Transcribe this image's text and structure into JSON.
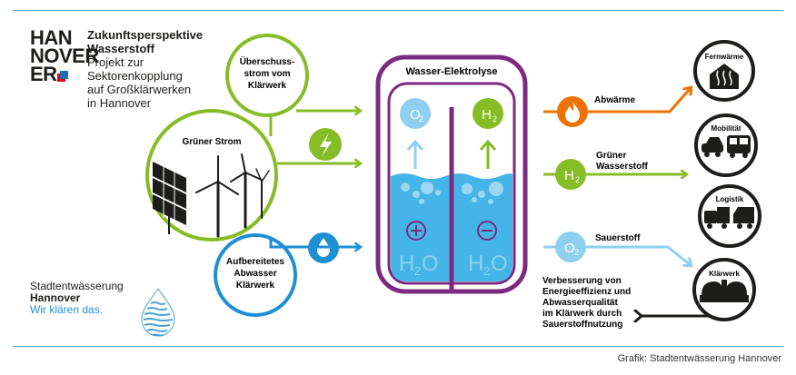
{
  "logo": {
    "line1": "HAN",
    "line2": "NOVER",
    "line3": "ER"
  },
  "title": {
    "bold1": "Zukunftsperspektive",
    "bold2": "Wasserstoff",
    "line3": "Projekt zur",
    "line4": "Sektorenkopplung",
    "line5": "auf Großklärwerken",
    "line6": "in Hannover"
  },
  "inputs": {
    "surplus": [
      "Überschuss-",
      "strom vom",
      "Klärwerk"
    ],
    "green": "Grüner Strom",
    "water": [
      "Aufbereitetes",
      "Abwasser",
      "Klärwerk"
    ]
  },
  "tank": {
    "title": "Wasser-Elektrolyse",
    "o2_main": "O",
    "o2_sub": "2",
    "h2_main": "H",
    "h2_sub": "2",
    "h2o_left": "H",
    "h2o_left_sub": "2",
    "h2o_left_o": "O",
    "h2o_right": "H",
    "h2o_right_sub": "2",
    "h2o_right_o": "O"
  },
  "outputs": {
    "heat": "Abwärme",
    "hydrogen": [
      "Grüner",
      "Wasserstoff"
    ],
    "oxygen": "Sauerstoff",
    "improvement": [
      "Verbesserung von",
      "Energieeffizienz und",
      "Abwasserqualität",
      "im Klärwerk durch",
      "Sauerstoffnutzung"
    ]
  },
  "targets": {
    "fernwaerme": "Fernwärme",
    "mobilitaet": "Mobilität",
    "logistik": "Logistik",
    "klaerwerk": "Klärwerk"
  },
  "footer_logo": {
    "line1": "Stadtentwässerung",
    "line2": "Hannover",
    "line3": "Wir klären das."
  },
  "credit": "Grafik: Stadtentwässerung Hannover",
  "colors": {
    "green": "#86bc25",
    "purple": "#7b2a80",
    "blue": "#1f8fd4",
    "lightblue": "#8fd0f0",
    "orange": "#ee7203",
    "dark": "#1d1d1b"
  }
}
